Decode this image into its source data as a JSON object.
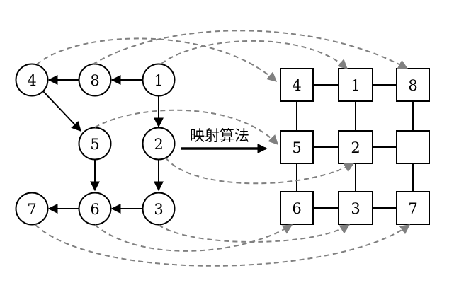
{
  "graph_nodes": [
    {
      "id": "n1",
      "label": "1"
    },
    {
      "id": "n8",
      "label": "8"
    },
    {
      "id": "n4",
      "label": "4"
    },
    {
      "id": "n2",
      "label": "2"
    },
    {
      "id": "n5",
      "label": "5"
    },
    {
      "id": "n3",
      "label": "3"
    },
    {
      "id": "n6",
      "label": "6"
    },
    {
      "id": "n7",
      "label": "7"
    }
  ],
  "graph_edges": [
    {
      "from": "n1",
      "to": "n8"
    },
    {
      "from": "n8",
      "to": "n4"
    },
    {
      "from": "n1",
      "to": "n2"
    },
    {
      "from": "n4",
      "to": "n5"
    },
    {
      "from": "n2",
      "to": "n3"
    },
    {
      "from": "n5",
      "to": "n6"
    },
    {
      "from": "n3",
      "to": "n6"
    },
    {
      "from": "n6",
      "to": "n7"
    }
  ],
  "grid_cells": [
    {
      "id": "g4",
      "label": "4"
    },
    {
      "id": "g1",
      "label": "1"
    },
    {
      "id": "g8",
      "label": "8"
    },
    {
      "id": "g5",
      "label": "5"
    },
    {
      "id": "g2",
      "label": "2"
    },
    {
      "id": "gE",
      "label": ""
    },
    {
      "id": "g6",
      "label": "6"
    },
    {
      "id": "g3",
      "label": "3"
    },
    {
      "id": "g7",
      "label": "7"
    }
  ],
  "arrow_label": "映射算法",
  "mappings": [
    {
      "from": "n4",
      "to": "g4"
    },
    {
      "from": "n8",
      "to": "g8"
    },
    {
      "from": "n1",
      "to": "g1"
    },
    {
      "from": "n5",
      "to": "g5"
    },
    {
      "from": "n2",
      "to": "g2"
    },
    {
      "from": "n6",
      "to": "g6"
    },
    {
      "from": "n3",
      "to": "g3"
    },
    {
      "from": "n7",
      "to": "g7"
    }
  ],
  "colors": {
    "stroke": "#000000",
    "mapping": "#808080",
    "background": "#ffffff"
  }
}
